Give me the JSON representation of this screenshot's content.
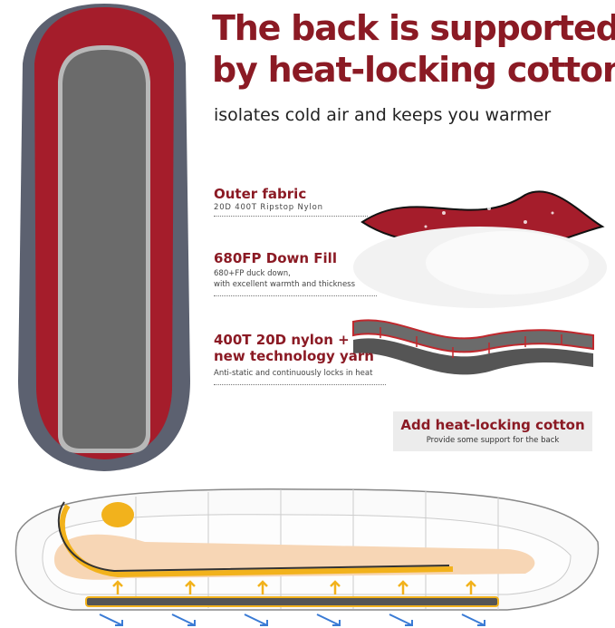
{
  "header": {
    "title_line1": "The back is supported",
    "title_line2": "by heat-locking cotton",
    "subtitle": "isolates cold air and keeps you warmer"
  },
  "layers": [
    {
      "label": "Outer fabric",
      "description": "20D 400T Ripstop Nylon"
    },
    {
      "label": "680FP Down Fill",
      "description_line1": "680+FP duck down,",
      "description_line2": "with excellent warmth and thickness"
    },
    {
      "label_line1": "400T 20D nylon +",
      "label_line2": "new technology yarn",
      "description": "Anti-static and continuously locks in heat"
    }
  ],
  "callout": {
    "label": "Add heat-locking cotton",
    "description": "Provide some support for the back"
  },
  "colors": {
    "brand": "#8b1a24",
    "bag_red": "#a51d2b",
    "bag_gray": "#5c6170",
    "liner": "#6b6b6b",
    "accent_yellow": "#f2b21c",
    "arrow_blue": "#3a7bd5"
  }
}
